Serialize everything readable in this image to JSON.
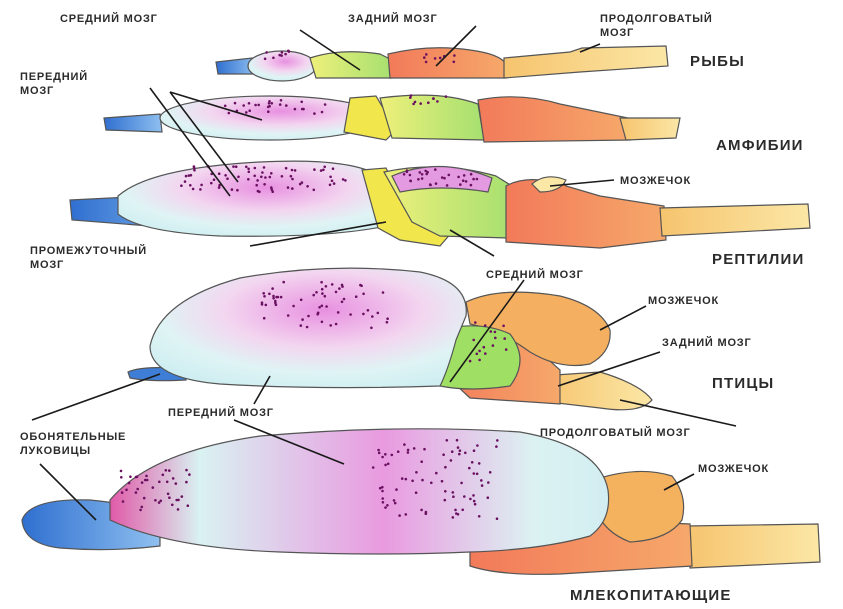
{
  "groups": {
    "fish": "РЫБЫ",
    "amphibians": "АМФИБИИ",
    "reptiles": "РЕПТИЛИИ",
    "birds": "ПТИЦЫ",
    "mammals": "МЛЕКОПИТАЮЩИЕ"
  },
  "labels": {
    "midbrain_top": "СРЕДНИЙ МОЗГ",
    "hindbrain_top": "ЗАДНИЙ МОЗГ",
    "medulla_top_line1": "ПРОДОЛГОВАТЫЙ",
    "medulla_top_line2": "МОЗГ",
    "forebrain_line1": "ПЕРЕДНИЙ",
    "forebrain_line2": "МОЗГ",
    "cerebellum_reptiles": "МОЗЖЕЧОК",
    "diencephalon_line1": "ПРОМЕЖУТОЧНЫЙ",
    "diencephalon_line2": "МОЗГ",
    "midbrain_birds": "СРЕДНИЙ МОЗГ",
    "cerebellum_birds": "МОЗЖЕЧОК",
    "hindbrain_birds": "ЗАДНИЙ МОЗГ",
    "forebrain_mammals": "ПЕРЕДНИЙ МОЗГ",
    "olfactory_line1": "ОБОНЯТЕЛЬНЫЕ",
    "olfactory_line2": "ЛУКОВИЦЫ",
    "medulla_birds": "ПРОДОЛГОВАТЫЙ МОЗГ",
    "cerebellum_mammals": "МОЗЖЕЧОК"
  },
  "colors": {
    "olfactory": "#4a86d8",
    "forebrain": "#d8f2f2",
    "cortex_dots": "#d86ad0",
    "diencephalon": "#f0e64a",
    "midbrain": "#b6e878",
    "hindbrain": "#f08a5a",
    "medulla": "#f6d88a",
    "outline": "#555555"
  }
}
